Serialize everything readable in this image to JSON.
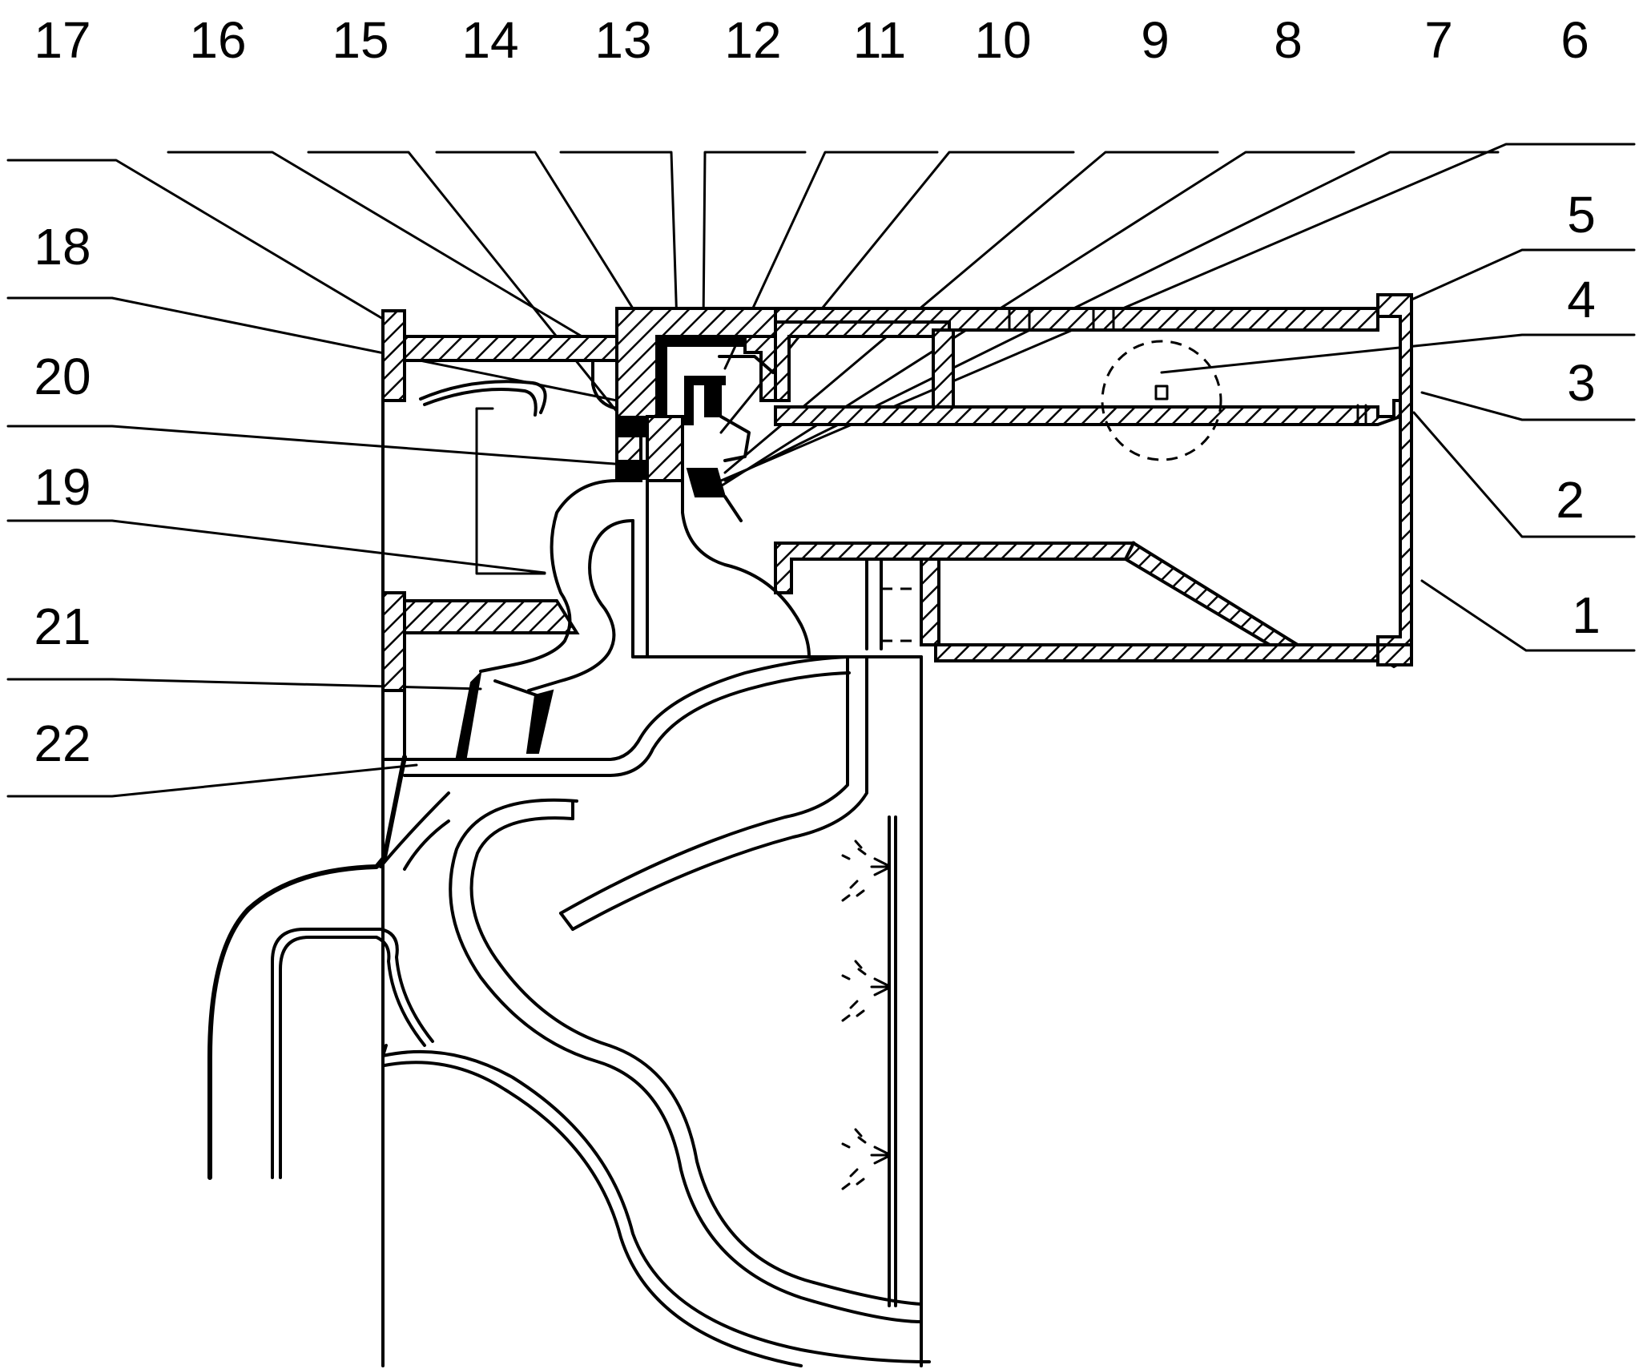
{
  "labels": {
    "l1": "1",
    "l2": "2",
    "l3": "3",
    "l4": "4",
    "l5": "5",
    "l6": "6",
    "l7": "7",
    "l8": "8",
    "l9": "9",
    "l10": "10",
    "l11": "11",
    "l12": "12",
    "l13": "13",
    "l14": "14",
    "l15": "15",
    "l16": "16",
    "l17": "17",
    "l18": "18",
    "l19": "19",
    "l20": "20",
    "l21": "21",
    "l22": "22"
  },
  "colors": {
    "ink": "#000000",
    "paper": "#ffffff"
  }
}
